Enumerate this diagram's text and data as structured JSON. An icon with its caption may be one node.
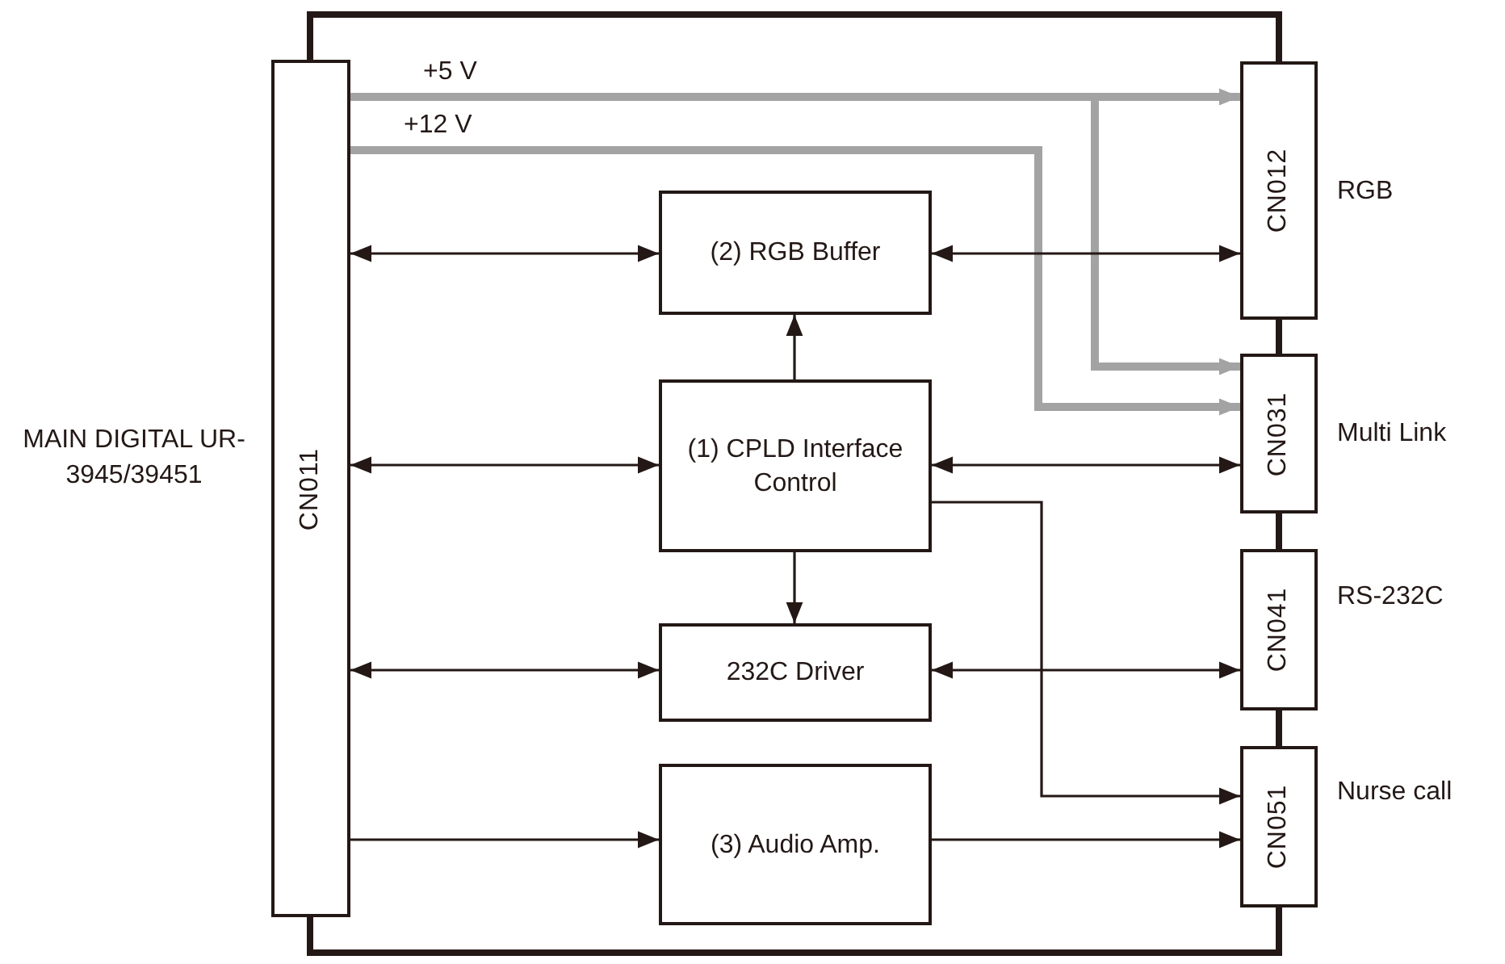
{
  "diagram": {
    "nodes": [
      {
        "text": [
          "CN011"
        ],
        "beside": [
          "MAIN DIGITAL UR-3945/39451"
        ]
      },
      {
        "text": [
          "CN012"
        ],
        "beside": [
          "RGB"
        ]
      },
      {
        "text": [
          "(2) RGB Buffer"
        ]
      },
      {
        "text": [
          "(1) CPLD Interface Control"
        ]
      },
      {
        "text": [
          "CN031"
        ],
        "beside": [
          "Multi Link"
        ]
      },
      {
        "text": [
          "CN041"
        ],
        "beside": [
          "RS-232C"
        ]
      },
      {
        "text": [
          "232C Driver"
        ]
      },
      {
        "text": [
          "CN051"
        ],
        "beside": [
          "Nurse call"
        ]
      },
      {
        "text": [
          "(3) Audio Amp."
        ]
      }
    ],
    "edges": [
      {
        "from": 0,
        "to": 1,
        "arrow": "to",
        "label": "+5 V",
        "style": "thick",
        "color": "#a3a3a3"
      },
      {
        "from": 0,
        "to": 4,
        "arrow": "to",
        "style": "thick",
        "color": "#a3a3a3"
      },
      {
        "from": 0,
        "to": 4,
        "arrow": "to",
        "label": "+12 V",
        "style": "thick",
        "color": "#a3a3a3"
      },
      {
        "from": 0,
        "to": 2,
        "arrow": "both"
      },
      {
        "from": 2,
        "to": 1,
        "arrow": "both"
      },
      {
        "from": 3,
        "to": 2,
        "arrow": "to"
      },
      {
        "from": 0,
        "to": 3,
        "arrow": "both"
      },
      {
        "from": 3,
        "to": 4,
        "arrow": "both"
      },
      {
        "from": 3,
        "to": 6,
        "arrow": "to"
      },
      {
        "from": 0,
        "to": 6,
        "arrow": "both"
      },
      {
        "from": 6,
        "to": 5,
        "arrow": "both"
      },
      {
        "from": 3,
        "to": 7,
        "arrow": "to"
      },
      {
        "from": 0,
        "to": 8,
        "arrow": "to"
      },
      {
        "from": 8,
        "to": 7,
        "arrow": "to"
      }
    ]
  }
}
